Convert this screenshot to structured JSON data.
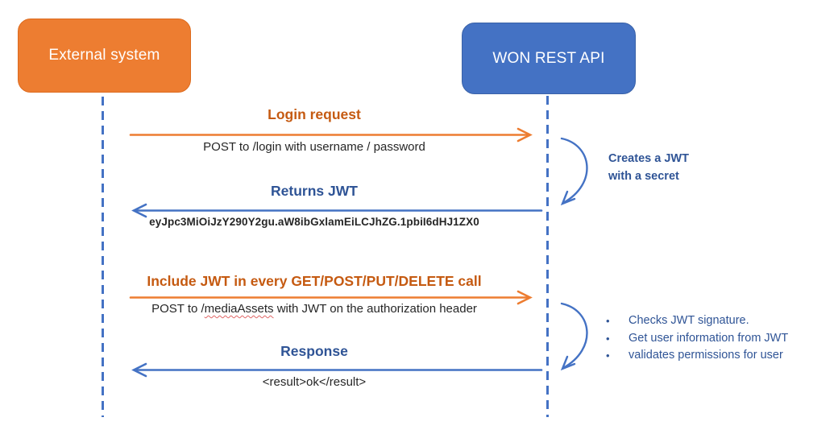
{
  "diagram": {
    "title_hint": "JWT authentication sequence diagram",
    "actors": [
      {
        "id": "external-system",
        "label": "External system",
        "fill": "#ED7D31"
      },
      {
        "id": "won-rest-api",
        "label": "WON REST API",
        "fill": "#4472C4"
      }
    ],
    "messages": [
      {
        "title": "Login request",
        "detail": "POST to /login with username / password",
        "direction": "right",
        "color": "#ED7D31"
      },
      {
        "title": "Returns JWT",
        "detail": "eyJpc3MiOiJzY290Y2gu.aW8ibGxlamEiLCJhZG.1pbiI6dHJ1ZX0",
        "direction": "left",
        "color": "#4472C4"
      },
      {
        "title": "Include JWT in every GET/POST/PUT/DELETE call",
        "detail_parts": {
          "prefix": "POST to /",
          "misspelled": "mediaAssets",
          "suffix": " with JWT on the authorization header"
        },
        "direction": "right",
        "color": "#ED7D31"
      },
      {
        "title": "Response",
        "detail": "<result>ok</result>",
        "direction": "left",
        "color": "#4472C4"
      }
    ],
    "self_actions": [
      {
        "at_actor": "won-rest-api",
        "lines": [
          "Creates a JWT",
          "with a secret"
        ]
      },
      {
        "at_actor": "won-rest-api",
        "bullet_char": "•",
        "bullets": [
          "Checks JWT signature.",
          "Get user information from JWT",
          "validates permissions for user"
        ]
      }
    ],
    "colors": {
      "orange_shape": "#ED7D31",
      "orange_text": "#C55A11",
      "blue_shape": "#4472C4",
      "blue_text": "#2F5496",
      "body_text": "#262626",
      "spellcheck_squiggle": "#E06666",
      "background": "#FFFFFF"
    }
  }
}
